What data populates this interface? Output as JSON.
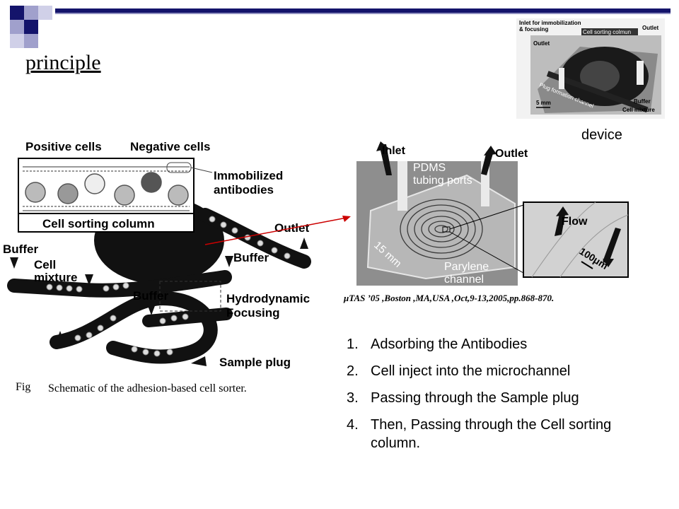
{
  "slide": {
    "title": "principle",
    "device_label": "device",
    "citation": "μTAS ’05 ,Boston ,MA,USA ,Oct,9-13,2005,pp.868-870.",
    "steps": [
      {
        "num": "1.",
        "text": "Adsorbing the Antibodies"
      },
      {
        "num": "2.",
        "text": "Cell inject into the microchannel"
      },
      {
        "num": "3.",
        "text": "Passing  through the Sample plug"
      },
      {
        "num": "4.",
        "text": "Then, Passing  through the Cell sorting  column."
      }
    ]
  },
  "schematic": {
    "positive_cells": "Positive cells",
    "negative_cells": "Negative cells",
    "immobilized": "Immobilized",
    "antibodies": "antibodies",
    "column": "Cell sorting column",
    "outlet": "Outlet",
    "buffer_left": "Buffer",
    "cell": "Cell",
    "mixture": "mixture",
    "buffer_mid": "Buffer",
    "buffer_center": "Buffer",
    "hydrodynamic": "Hydrodynamic",
    "focusing": "Focusing",
    "sample_plug": "Sample plug",
    "fig_prefix": "Fig",
    "caption": "Schematic of the adhesion-based cell sorter."
  },
  "chip_photo": {
    "inlet": "Inlet",
    "outlet": "Outlet",
    "pdms": "PDMS",
    "tubing_ports": "tubing ports",
    "dimension": "15 mm",
    "parylene": "Parylene",
    "channel": "channel",
    "flow": "Flow",
    "scale": "100μm"
  },
  "device_photo": {
    "inlet_line1": "Inlet for immobilization",
    "inlet_line2": "& focusing",
    "column": "Cell sorting colmun",
    "outlet_left": "Outlet",
    "outlet_right": "Outlet",
    "plug_channel": "Plug formation channel",
    "buffer": "Buffer",
    "cell_mixture": "Cell mixture",
    "scale": "5 mm"
  },
  "colors": {
    "accent_dark": "#14146b",
    "accent_light": "#9090c0",
    "arrow_red": "#cc0000"
  }
}
